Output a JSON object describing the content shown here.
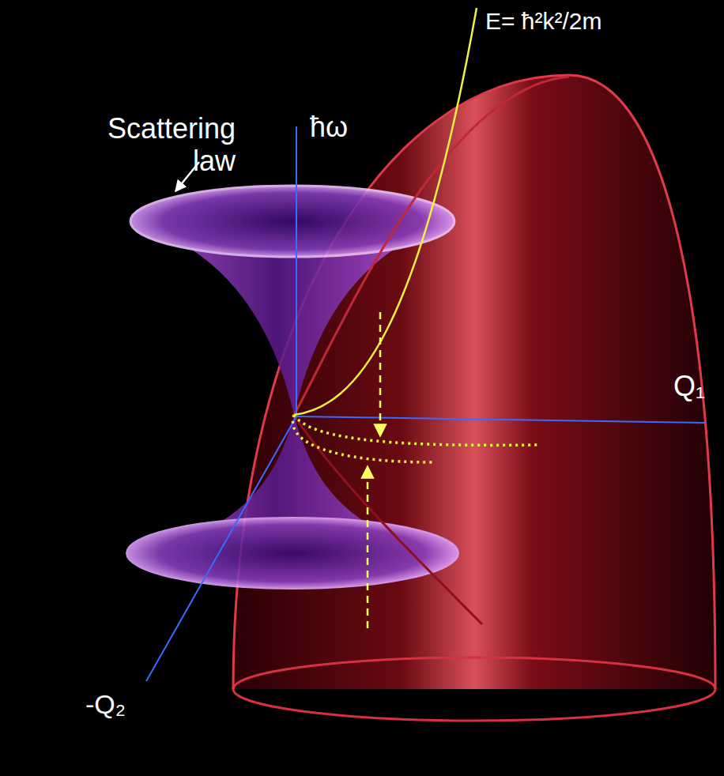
{
  "diagram": {
    "labels": [
      "Scattering law",
      "ħω",
      "E= ħ²k²/2m",
      "Q₁",
      "-Q₂"
    ]
  }
}
